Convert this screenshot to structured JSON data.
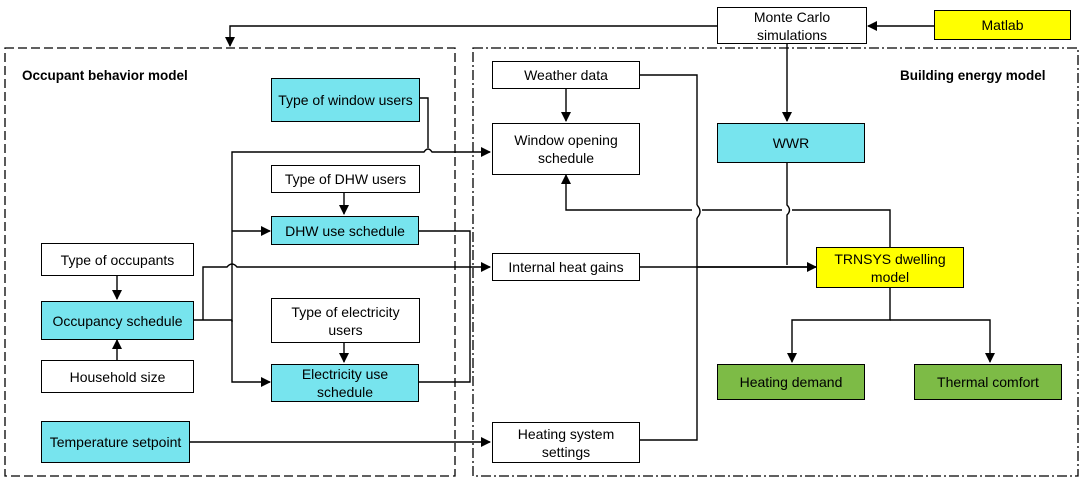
{
  "regions": {
    "occupant": "Occupant behavior model",
    "building": "Building energy model"
  },
  "nodes": {
    "monte_carlo": "Monte Carlo simulations",
    "matlab": "Matlab",
    "weather": "Weather data",
    "window_opening": "Window opening schedule",
    "wwr": "WWR",
    "trnsys": "TRNSYS dwelling model",
    "internal_heat": "Internal heat gains",
    "heating_settings": "Heating system settings",
    "heating_demand": "Heating demand",
    "thermal_comfort": "Thermal comfort",
    "window_users": "Type of window users",
    "dhw_users": "Type of DHW users",
    "dhw_schedule": "DHW use schedule",
    "occupants": "Type of occupants",
    "occupancy": "Occupancy schedule",
    "household": "Household size",
    "elec_users": "Type of electricity users",
    "elec_schedule": "Electricity use schedule",
    "temp_setpoint": "Temperature setpoint"
  }
}
